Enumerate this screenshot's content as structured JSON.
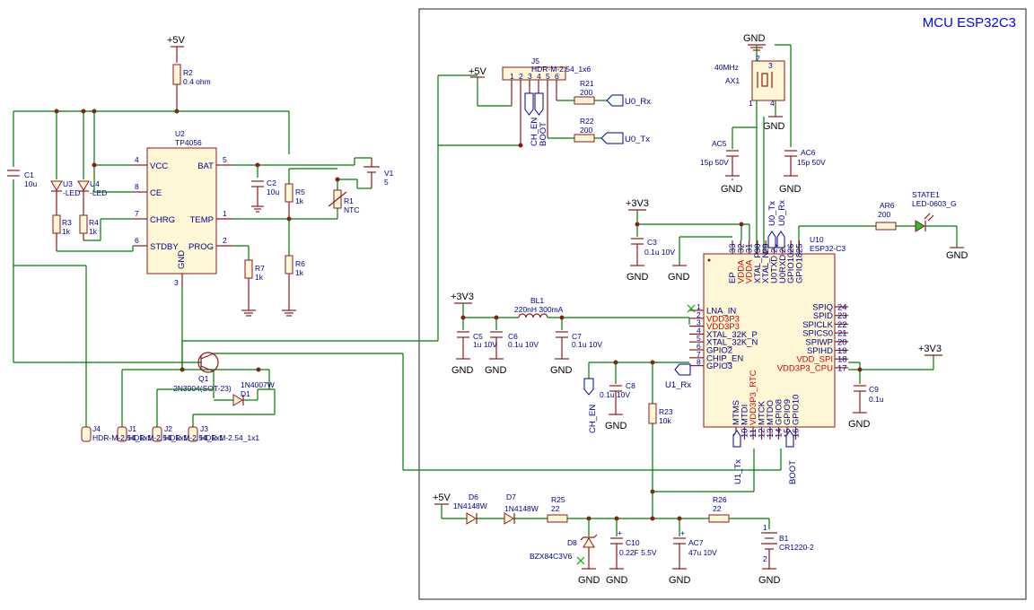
{
  "sheet_title": "MCU ESP32C3",
  "power": {
    "p5v": "+5V",
    "p3v3": "+3V3",
    "gnd": "GND"
  },
  "u2": {
    "ref": "U2",
    "value": "TP4056",
    "pins": {
      "vcc": "VCC",
      "ce": "CE",
      "chrg": "CHRG",
      "stdby": "STDBY",
      "bat": "BAT",
      "temp": "TEMP",
      "prog": "PROG",
      "gnd": "GND"
    },
    "pin_nums": {
      "vcc": "4",
      "ce": "8",
      "chrg": "7",
      "stdby": "6",
      "bat": "5",
      "temp": "1",
      "prog": "2",
      "gnd": "3"
    }
  },
  "r2": {
    "ref": "R2",
    "value": "0.4 ohm"
  },
  "c1": {
    "ref": "C1",
    "value": "10u"
  },
  "u3": {
    "ref": "U3",
    "value": "-LED"
  },
  "u4": {
    "ref": "U4",
    "value": "-LED"
  },
  "r3": {
    "ref": "R3",
    "value": "1k"
  },
  "r4": {
    "ref": "R4",
    "value": "1k"
  },
  "c2": {
    "ref": "C2",
    "value": "10u"
  },
  "r5": {
    "ref": "R5",
    "value": "1k"
  },
  "r1": {
    "ref": "R1",
    "value": "NTC"
  },
  "v1": {
    "ref": "V1",
    "value": "5"
  },
  "r7": {
    "ref": "R7",
    "value": "1k"
  },
  "r6": {
    "ref": "R6",
    "value": "1k"
  },
  "q1": {
    "ref": "Q1",
    "value": "2N3904(SOT-23)"
  },
  "d1": {
    "ref": "D1",
    "value": "1N4007W"
  },
  "j4": {
    "ref": "J4",
    "value": "HDR-M-2.54_1x1"
  },
  "j1": {
    "ref": "J1",
    "value": "HDR-M-2.54_1x1"
  },
  "j2": {
    "ref": "J2",
    "value": "HDR-M-2.54_1x1"
  },
  "j3": {
    "ref": "J3",
    "value": "HDR-M-2.54_1x1"
  },
  "j5": {
    "ref": "J5",
    "value": "HDR-M-2.54_1x6",
    "pins": [
      "1",
      "2",
      "3",
      "4",
      "5",
      "6"
    ]
  },
  "r21": {
    "ref": "R21",
    "value": "200"
  },
  "r22": {
    "ref": "R22",
    "value": "200"
  },
  "nets": {
    "u0rx": "U0_Rx",
    "u0tx": "U0_Tx",
    "ch_en": "CH_EN",
    "boot": "BOOT",
    "u1rx": "U1_Rx",
    "u1tx": "U1_Tx"
  },
  "ax1": {
    "ref": "AX1",
    "value": "40MHz",
    "pins": [
      "1",
      "2",
      "3",
      "4"
    ]
  },
  "ac5": {
    "ref": "AC5",
    "value": "15p 50V"
  },
  "ac6": {
    "ref": "AC6",
    "value": "15p 50V"
  },
  "ar6": {
    "ref": "AR6",
    "value": "200"
  },
  "state1": {
    "ref": "STATE1",
    "value": "LED-0603_G"
  },
  "c3": {
    "ref": "C3",
    "value": "0.1u 10V"
  },
  "u10": {
    "ref": "U10",
    "value": "ESP32-C3",
    "left_pins": [
      {
        "num": "1",
        "name": "LNA_IN",
        "red": false
      },
      {
        "num": "2",
        "name": "VDD3P3",
        "red": true
      },
      {
        "num": "3",
        "name": "VDD3P3",
        "red": true
      },
      {
        "num": "4",
        "name": "XTAL_32K_P",
        "red": false
      },
      {
        "num": "5",
        "name": "XTAL_32K_N",
        "red": false
      },
      {
        "num": "6",
        "name": "GPIO2",
        "red": false
      },
      {
        "num": "7",
        "name": "CHIP_EN",
        "red": false
      },
      {
        "num": "8",
        "name": "GPIO3",
        "red": false
      }
    ],
    "right_pins": [
      {
        "num": "24",
        "name": "SPIQ",
        "red": false
      },
      {
        "num": "23",
        "name": "SPID",
        "red": false
      },
      {
        "num": "22",
        "name": "SPICLK",
        "red": false
      },
      {
        "num": "21",
        "name": "SPICS0",
        "red": false
      },
      {
        "num": "20",
        "name": "SPIWP",
        "red": false
      },
      {
        "num": "19",
        "name": "SPIHD",
        "red": false
      },
      {
        "num": "18",
        "name": "VDD_SPI",
        "red": true
      },
      {
        "num": "17",
        "name": "VDD3P3_CPU",
        "red": true
      }
    ],
    "top_pins": [
      {
        "num": "33",
        "name": "EP",
        "red": false
      },
      {
        "num": "32",
        "name": "VDDA",
        "red": true
      },
      {
        "num": "31",
        "name": "VDDA",
        "red": true
      },
      {
        "num": "30",
        "name": "XTAL_P",
        "red": false
      },
      {
        "num": "29",
        "name": "XTAL_N",
        "red": false
      },
      {
        "num": "28",
        "name": "U0TXD",
        "red": false
      },
      {
        "num": "27",
        "name": "U0RXD",
        "red": false
      },
      {
        "num": "26",
        "name": "GPIO10",
        "red": false
      },
      {
        "num": "25",
        "name": "GPIO18",
        "red": false
      }
    ],
    "bottom_pins": [
      {
        "num": "9",
        "name": "MTMS",
        "red": false
      },
      {
        "num": "10",
        "name": "MTDI",
        "red": false
      },
      {
        "num": "11",
        "name": "VDD3P3_RTC",
        "red": true
      },
      {
        "num": "12",
        "name": "MTCK",
        "red": false
      },
      {
        "num": "13",
        "name": "MTDO",
        "red": false
      },
      {
        "num": "14",
        "name": "GPIO8",
        "red": false
      },
      {
        "num": "15",
        "name": "GPIO9",
        "red": false
      },
      {
        "num": "16",
        "name": "GPIO10",
        "red": false
      }
    ]
  },
  "bl1": {
    "ref": "BL1",
    "value": "220nH 300mA"
  },
  "c5": {
    "ref": "C5",
    "value": "1u 10V"
  },
  "c6": {
    "ref": "C6",
    "value": "0.1u 10V"
  },
  "c7": {
    "ref": "C7",
    "value": "0.1u 10V"
  },
  "c8": {
    "ref": "C8",
    "value": "0.1u 10V"
  },
  "c9": {
    "ref": "C9",
    "value": "0.1u"
  },
  "r23": {
    "ref": "R23",
    "value": "10k"
  },
  "d6": {
    "ref": "D6",
    "value": "1N4148W"
  },
  "d7": {
    "ref": "D7",
    "value": "1N4148W"
  },
  "r25": {
    "ref": "R25",
    "value": "22"
  },
  "r26": {
    "ref": "R26",
    "value": "22"
  },
  "d8": {
    "ref": "D8",
    "value": "BZX84C3V6"
  },
  "c10": {
    "ref": "C10",
    "value": "0.22F 5.5V"
  },
  "ac7": {
    "ref": "AC7",
    "value": "47u 10V"
  },
  "b1": {
    "ref": "B1",
    "value": "CR1220-2",
    "pins": [
      "1",
      "2"
    ]
  },
  "colors": {
    "wire": "#007a00",
    "component": "#8b1a1a",
    "label": "#00008b",
    "title": "#0000ff",
    "red_pin": "#d00000",
    "led": "#22c322"
  }
}
